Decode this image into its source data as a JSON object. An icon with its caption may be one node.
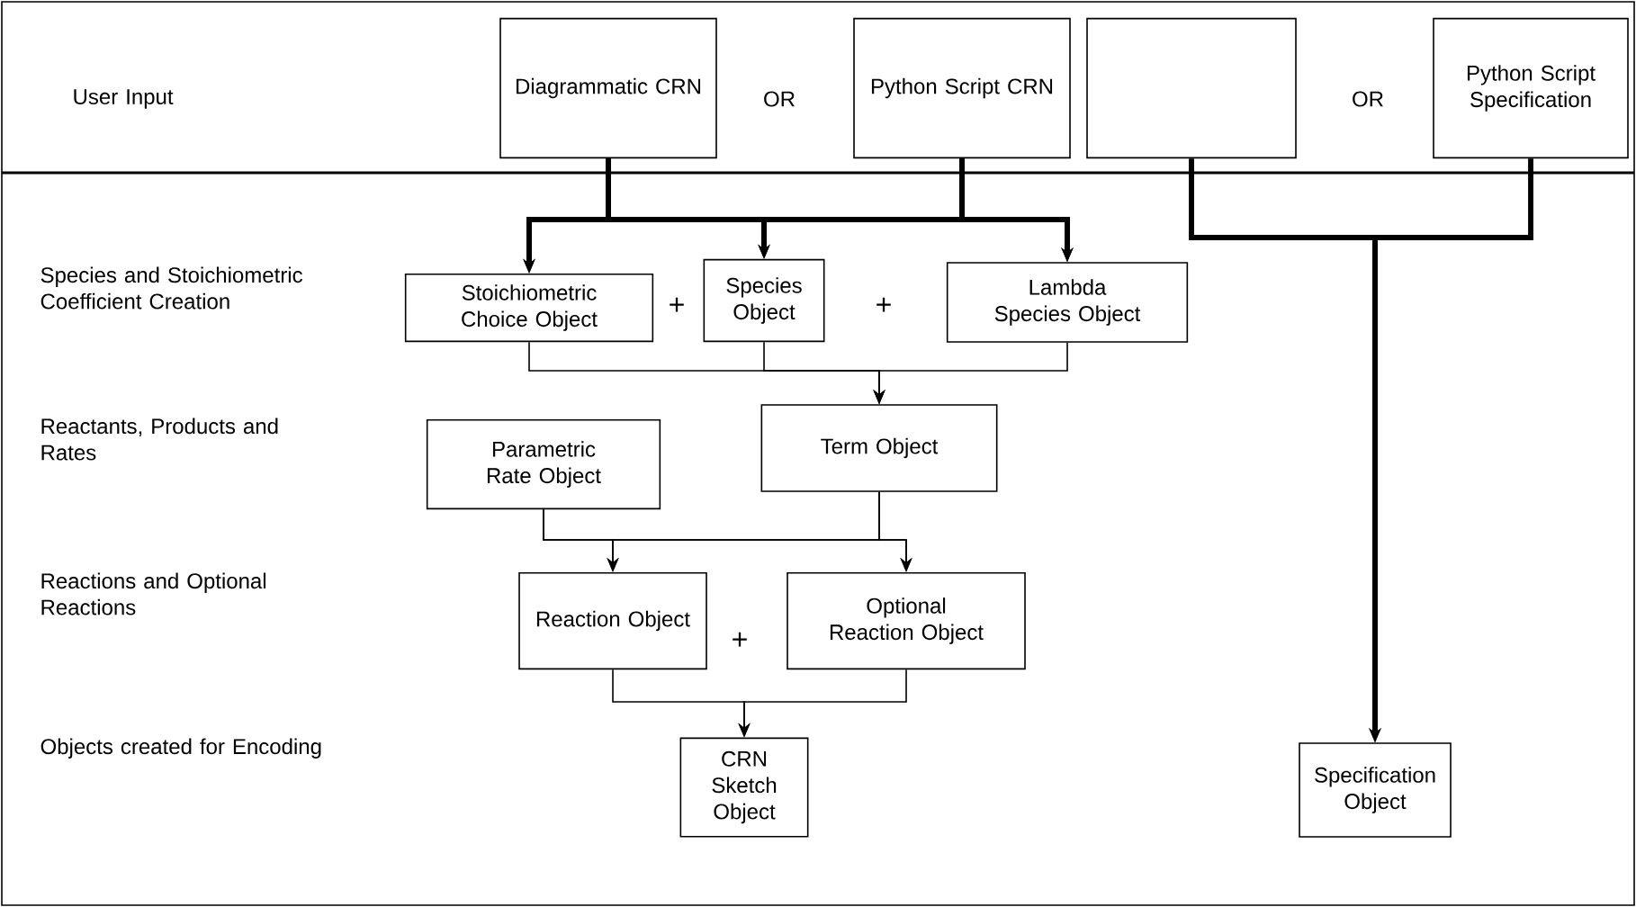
{
  "diagram": {
    "nodes": [
      {
        "text": [
          "Diagrammatic CRN"
        ]
      },
      {
        "text": [
          "Python Script CRN"
        ]
      },
      {
        "text": [],
        "shape": "box"
      },
      {
        "text": [
          "Python Script Specification"
        ]
      },
      {
        "text": [
          "Stoichiometric Choice Object"
        ]
      },
      {
        "text": [
          "Species Object"
        ]
      },
      {
        "text": [
          "Lambda Species Object"
        ]
      },
      {
        "text": [
          "Parametric Rate Object"
        ]
      },
      {
        "text": [
          "Term Object"
        ]
      },
      {
        "text": [
          "Reaction Object"
        ]
      },
      {
        "text": [
          "Optional Reaction Object"
        ]
      },
      {
        "text": [
          "CRN Sketch Object"
        ]
      },
      {
        "text": [
          "Specification Object"
        ]
      }
    ],
    "edges": [
      {
        "from": 0,
        "to": 4,
        "arrow": "to",
        "style": "thick"
      },
      {
        "from": 0,
        "to": 5,
        "arrow": "to",
        "style": "thick"
      },
      {
        "from": 0,
        "to": 6,
        "arrow": "to",
        "style": "thick"
      },
      {
        "from": 1,
        "to": 4,
        "arrow": "to",
        "style": "thick"
      },
      {
        "from": 1,
        "to": 5,
        "arrow": "to",
        "style": "thick"
      },
      {
        "from": 1,
        "to": 6,
        "arrow": "to",
        "style": "thick"
      },
      {
        "from": 2,
        "to": 12,
        "arrow": "to",
        "style": "thick"
      },
      {
        "from": 3,
        "to": 12,
        "arrow": "to",
        "style": "thick"
      },
      {
        "from": 4,
        "to": 8,
        "arrow": "to"
      },
      {
        "from": 5,
        "to": 8,
        "arrow": "to"
      },
      {
        "from": 6,
        "to": 8,
        "arrow": "to"
      },
      {
        "from": 7,
        "to": 9,
        "arrow": "to"
      },
      {
        "from": 7,
        "to": 10,
        "arrow": "to"
      },
      {
        "from": 8,
        "to": 9,
        "arrow": "to"
      },
      {
        "from": 8,
        "to": 10,
        "arrow": "to"
      },
      {
        "from": 9,
        "to": 11,
        "arrow": "to"
      },
      {
        "from": 10,
        "to": 11,
        "arrow": "to"
      }
    ],
    "labels": [
      "User Input",
      "OR",
      "OR",
      "Species and Stoichiometric Coefficient Creation",
      "+",
      "+",
      "Reactants, Products and Rates",
      "Reactions and Optional Reactions",
      "+",
      "Objects created for Encoding"
    ]
  }
}
